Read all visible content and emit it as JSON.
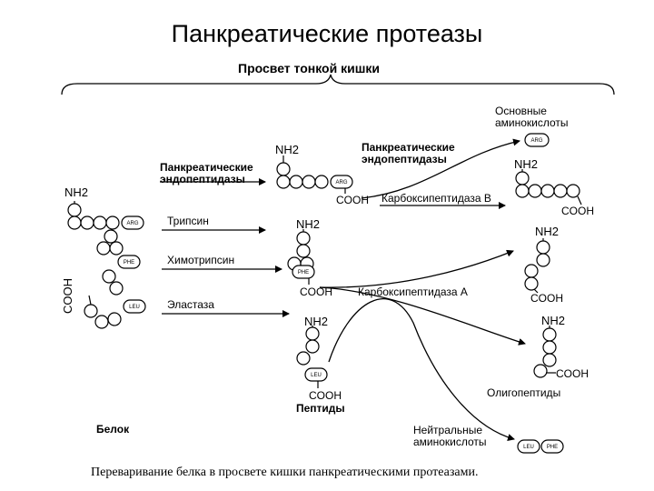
{
  "title": "Панкреатические протеазы",
  "lumen_label": "Просвет тонкой кишки",
  "protein_label": "Белок",
  "protein_nh2": "NH2",
  "protein_cooh": "COOH",
  "endopeptidases_left": [
    "Панкреатические",
    "эндопептидазы"
  ],
  "endopeptidases_right": [
    "Панкреатические",
    "эндопептидазы"
  ],
  "enzymes": {
    "trypsin": "Трипсин",
    "chymotrypsin": "Химотрипсин",
    "elastase": "Эластаза",
    "carboxypeptidase_b": "Карбоксипептидаза В",
    "carboxypeptidase_a": "Карбоксипептидаза А"
  },
  "residues": {
    "arg": "ARG",
    "phe": "PHE",
    "leu": "LEU"
  },
  "chain_labels": {
    "nh2": "NH2",
    "cooh": "COOH"
  },
  "basic_amino_acids": [
    "Основные",
    "аминокислоты"
  ],
  "peptides_label": "Пептиды",
  "oligopeptides_label": "Олигопептиды",
  "neutral_amino_acids": [
    "Нейтральные",
    "аминокислоты"
  ],
  "caption": "Переваривание белка в просвете кишки панкреатическими протеазами."
}
